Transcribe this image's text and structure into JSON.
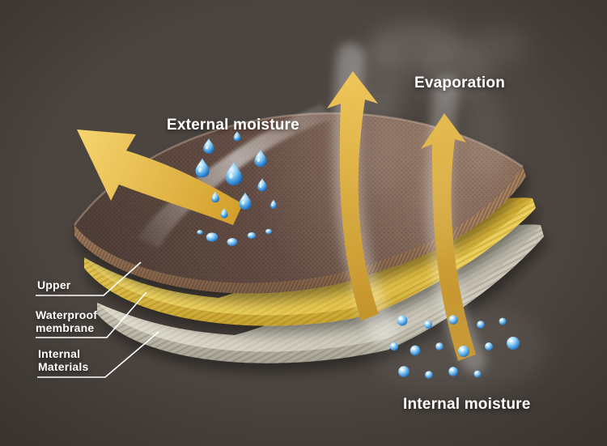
{
  "annotations": {
    "external_moisture": "External moisture",
    "evaporation": "Evaporation",
    "internal_moisture": "Internal moisture"
  },
  "layer_callouts": [
    {
      "label": "Upper"
    },
    {
      "label": "Waterproof\nmembrane"
    },
    {
      "label": "Internal\nMaterials"
    }
  ],
  "colors": {
    "background": "#4b443f",
    "upper_layer_brown": "#6b5247",
    "membrane_yellow": "#e3c04a",
    "internal_gray": "#d3cfc1",
    "arrow_gold": "#ddab37",
    "droplet_blue": "#2e86d4",
    "text": "#ffffff"
  }
}
